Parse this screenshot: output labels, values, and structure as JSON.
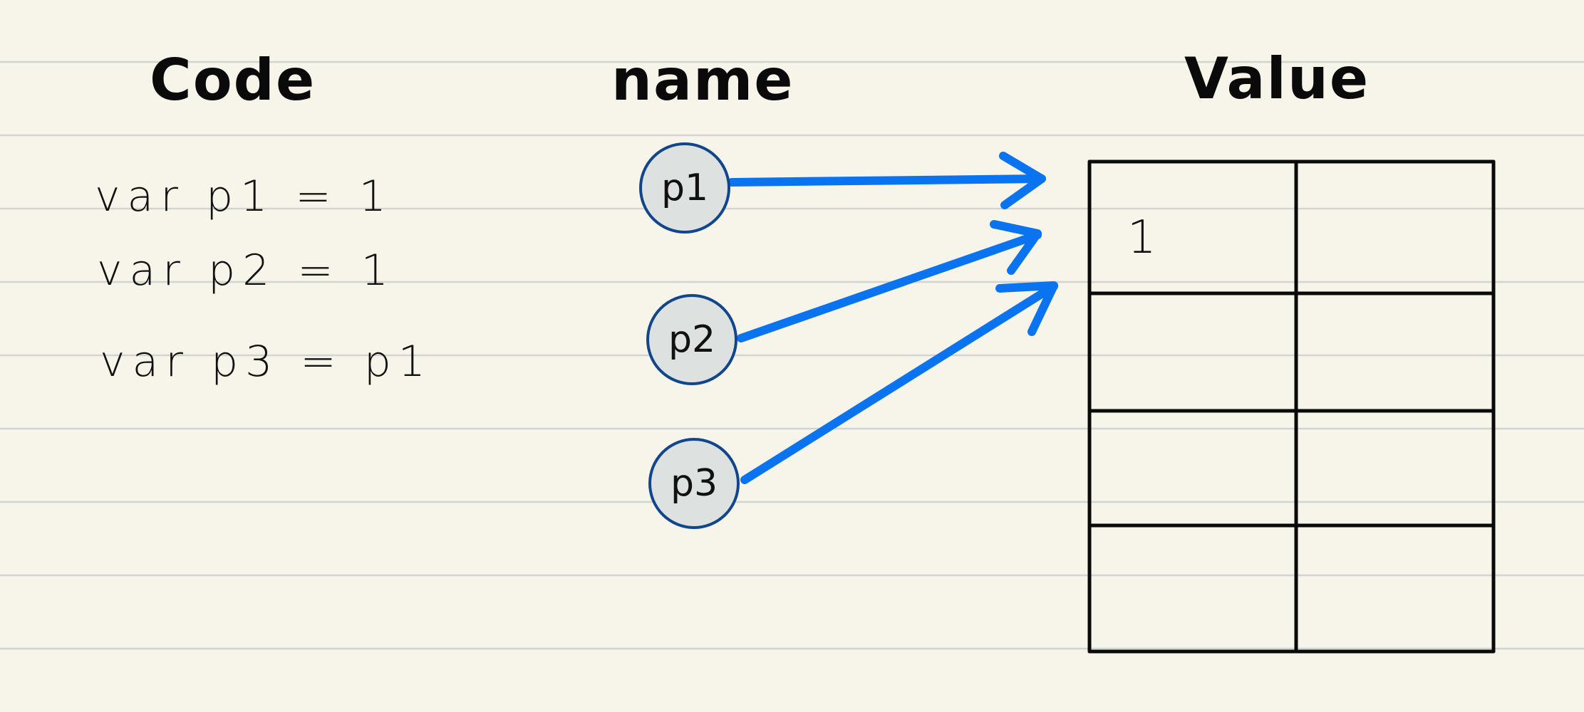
{
  "headers": {
    "code": "Code",
    "name": "name",
    "value": "Value"
  },
  "code_lines": [
    "var p1 = 1",
    "var p2 = 1",
    "var p3 = p1"
  ],
  "nodes": [
    {
      "label": "p1"
    },
    {
      "label": "p2"
    },
    {
      "label": "p3"
    }
  ],
  "memory_table": {
    "rows": 4,
    "cols": 2,
    "cells": [
      [
        "1",
        ""
      ],
      [
        "",
        ""
      ],
      [
        "",
        ""
      ],
      [
        "",
        ""
      ]
    ]
  },
  "colors": {
    "arrow": "#0a74f0",
    "node_fill": "#dde2e1",
    "node_stroke": "#12468c",
    "paper": "#f7f5ea",
    "ruled_line": "#d2d4d0"
  }
}
